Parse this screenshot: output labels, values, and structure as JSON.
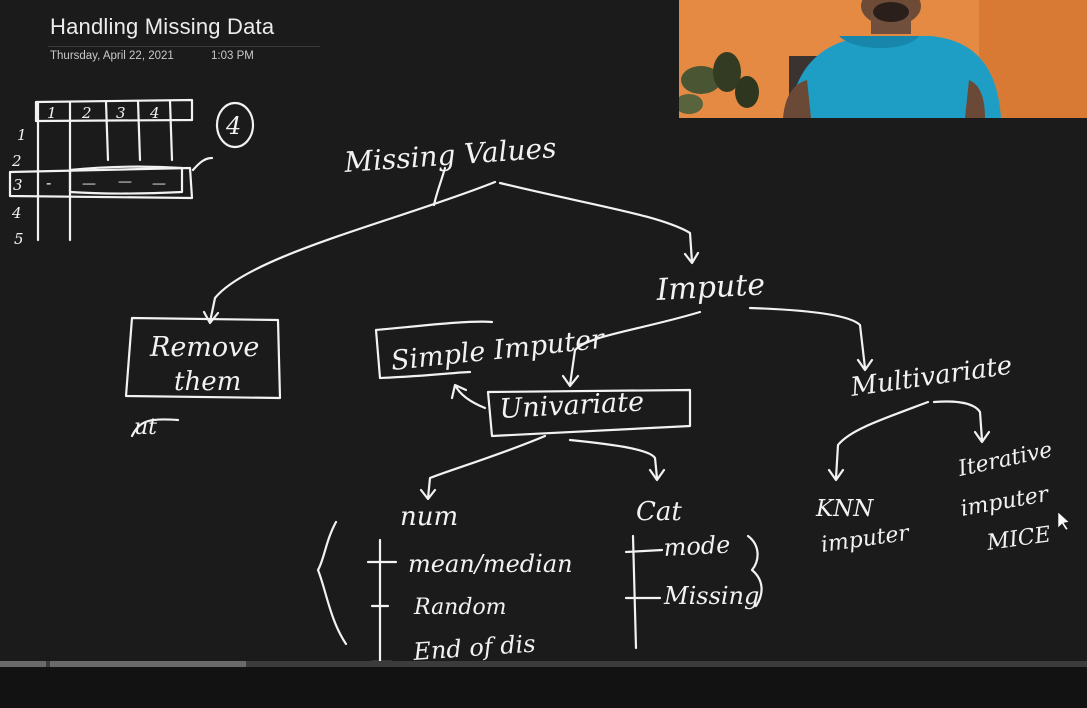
{
  "page": {
    "title": "Handling Missing Data",
    "date": "Thursday, April 22, 2021",
    "time": "1:03 PM"
  },
  "sketch": {
    "table_header": [
      "1",
      "2",
      "3",
      "4"
    ],
    "table_rows": [
      "1",
      "2",
      "3",
      "4",
      "5"
    ],
    "row3_cell": "-",
    "row3_dashes": [
      "—",
      "—",
      "—"
    ],
    "circled_count": "4",
    "root": "Missing Values",
    "remove": {
      "line1": "Remove",
      "line2": "them"
    },
    "remove_note": "ut",
    "impute": "Impute",
    "simple_imputer": "Simple Imputer",
    "univariate": "Univariate",
    "multivariate": "Multivariate",
    "num": "num",
    "num_items": [
      "mean/median",
      "Random",
      "End of dis"
    ],
    "cat": "Cat",
    "cat_items": [
      "mode",
      "Missing"
    ],
    "knn": {
      "line1": "KNN",
      "line2": "imputer"
    },
    "iterative": {
      "line1": "Iterative",
      "line2": "imputer",
      "line3": "MICE"
    }
  },
  "webcam": {
    "subject": "presenter",
    "background_color": "#e58a43",
    "shirt_color": "#1e9ec5"
  },
  "playback": {
    "progress": 0.23
  },
  "colors": {
    "background": "#1b1b1b",
    "ink": "#f2f2f2"
  }
}
